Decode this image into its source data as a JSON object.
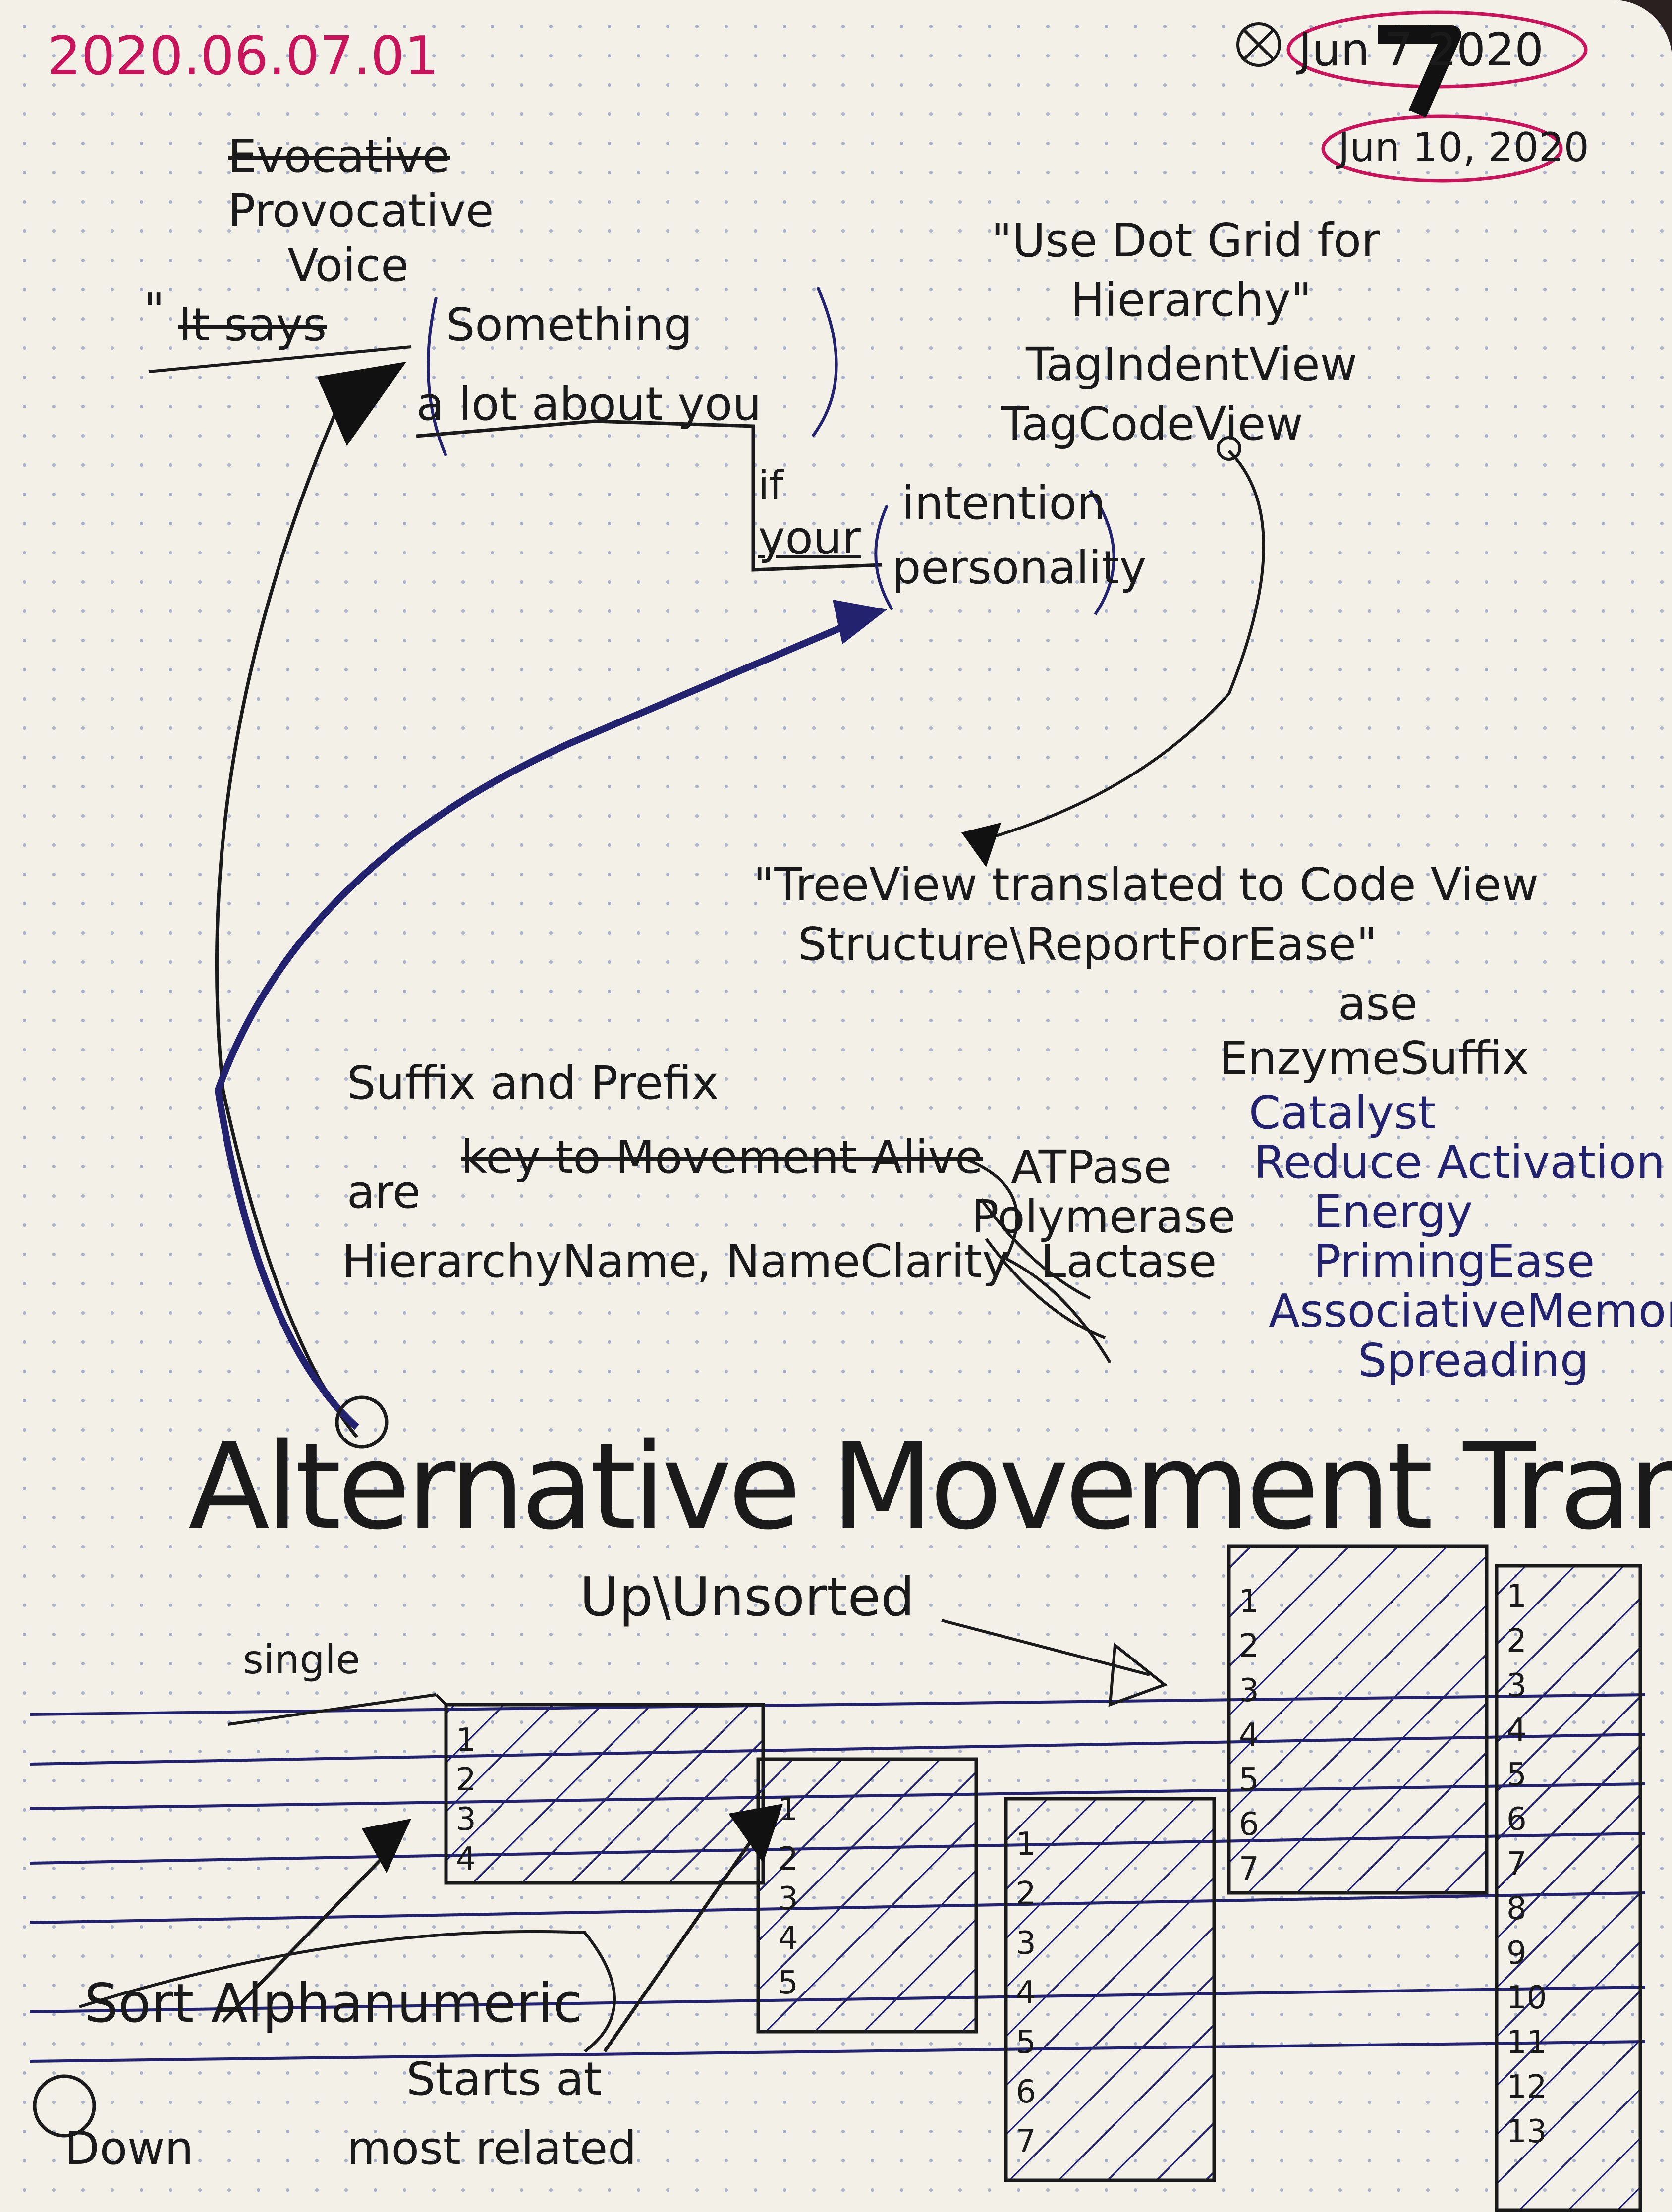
{
  "header": {
    "entry_id": "2020.06.07.01",
    "date_top": "Jun 7 2020",
    "date_second": "Jun 10, 2020"
  },
  "note_voice": {
    "line1": "Evocative",
    "line2": "Provocative",
    "line3": "Voice",
    "quote_open": "\"",
    "it_says": "It says",
    "something": "Something",
    "a_lot_about_you": "a lot about you",
    "if": "if",
    "your": "your",
    "intention": "intention",
    "personality": "personality"
  },
  "note_dotgrid": {
    "line1": "\"Use Dot Grid for",
    "line2": "Hierarchy\"",
    "line3": "TagIndentView",
    "line4": "TagCodeView"
  },
  "note_treeview": {
    "line1": "\"TreeView translated to Code View",
    "line2": "Structure\\ReportForEase\""
  },
  "note_enzyme": {
    "ase": "ase",
    "line1": "EnzymeSuffix",
    "catalyst": "Catalyst",
    "reduce": "Reduce Activation",
    "energy": "Energy",
    "priming": "PrimingEase",
    "associative": "AssociativeMemory",
    "spreading": "Spreading"
  },
  "note_suffix": {
    "line1": "Suffix and Prefix",
    "line2_are": "are",
    "line2_struck": "key to Movement Alive",
    "line3": "HierarchyName, NameClarity",
    "atpase": "ATPase",
    "polymerase": "Polymerase",
    "lactase": "Lactase"
  },
  "title": {
    "main": "Alternative Movement Transcription",
    "sub": "Up\\Unsorted"
  },
  "diagram": {
    "single_label": "single",
    "column1_numbers": [
      "1",
      "2",
      "3",
      "4"
    ],
    "column2_numbers": [
      "1",
      "2",
      "3",
      "4",
      "5"
    ],
    "column3_numbers": [
      "1",
      "2",
      "3",
      "4",
      "5",
      "6",
      "7"
    ],
    "column4_numbers": [
      "1",
      "2",
      "3",
      "4",
      "5",
      "6",
      "7"
    ],
    "column5_numbers": [
      "1",
      "2",
      "3",
      "4",
      "5",
      "6",
      "7",
      "8",
      "9",
      "10",
      "11",
      "12",
      "13"
    ],
    "sort_label": "Sort Alphanumeric",
    "down_label": "Down",
    "starts_label": "Starts at",
    "most_related_label": "most related"
  },
  "colors": {
    "paper": "#f3f0e8",
    "black_ink": "#1a1a1a",
    "blue_ink": "#22226e",
    "magenta_ink": "#c8145a",
    "dot_grid": "#a8b0c8"
  }
}
